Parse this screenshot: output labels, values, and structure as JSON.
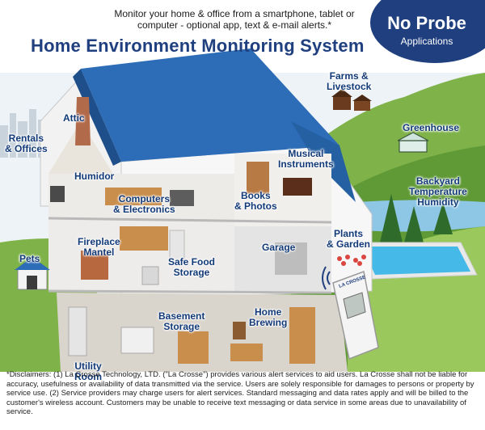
{
  "headline": "Monitor your home & office from a smartphone, tablet or computer - optional app, text & e-mail alerts.*",
  "title": "Home Environment Monitoring System",
  "badge": {
    "line1": "No Probe",
    "line2": "Applications"
  },
  "labels": {
    "attic": "Attic",
    "rentals": "Rentals\n& Offices",
    "humidor": "Humidor",
    "computers": "Computers\n& Electronics",
    "books": "Books\n& Photos",
    "musical": "Musical\nInstruments",
    "farms": "Farms &\nLivestock",
    "greenhouse": "Greenhouse",
    "backyard": "Backyard\nTemperature\nHumidity",
    "plants": "Plants\n& Garden",
    "garage": "Garage",
    "fireplace": "Fireplace\nMantel",
    "safe_food": "Safe Food\nStorage",
    "pets": "Pets",
    "basement": "Basement\nStorage",
    "home_brewing": "Home\nBrewing",
    "utility": "Utility\nRoom"
  },
  "sensor": {
    "brand": "LA CROSSE"
  },
  "disclaimer": "*Disclaimers: (1) La Crosse Technology, LTD. (\"La Crosse\") provides various alert services to aid users.  La Crosse shall not be liable for accuracy, usefulness or availability of data transmitted via the service. Users are solely responsible for damages to persons or property by service use. (2) Service providers may charge users for alert services. Standard messaging and data rates apply and will be billed to the customer's wireless account. Customers may be unable to receive text messaging or data service in some areas due to unavailability of service.",
  "colors": {
    "title_blue": "#1f3f7f",
    "roof_blue": "#2d6db7",
    "grass_green": "#6aa63a",
    "label_blue": "#123a78"
  }
}
